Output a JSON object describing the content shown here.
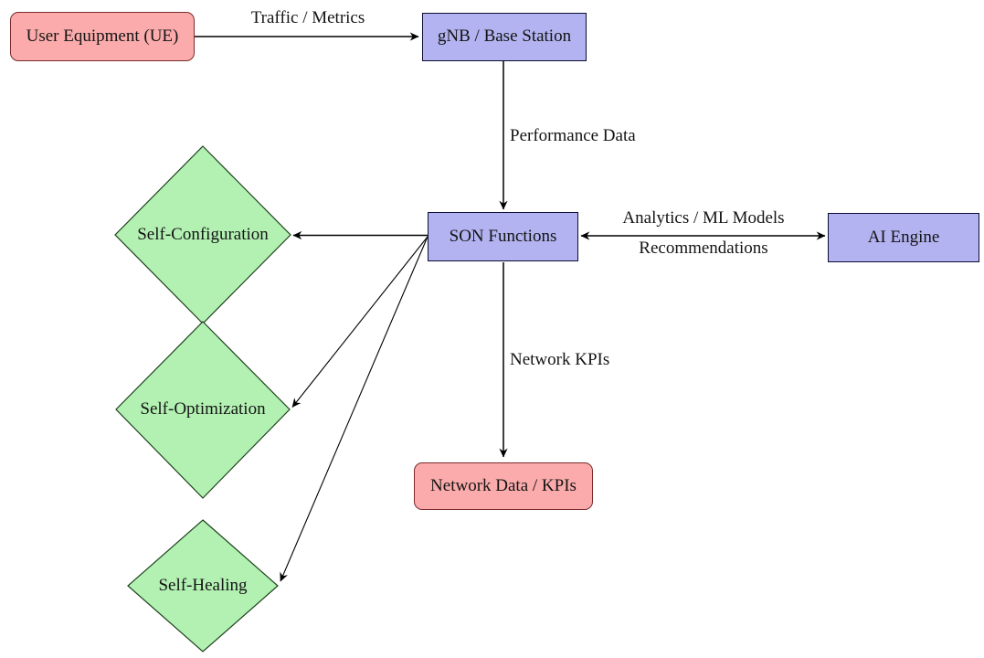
{
  "diagram": {
    "nodes": {
      "ue": {
        "label": "User Equipment (UE)"
      },
      "gnb": {
        "label": "gNB / Base Station"
      },
      "son": {
        "label": "SON Functions"
      },
      "ai": {
        "label": "AI Engine"
      },
      "netdata": {
        "label": "Network Data / KPIs"
      },
      "selfconfig": {
        "label": "Self-Configuration"
      },
      "selfopt": {
        "label": "Self-Optimization"
      },
      "selfheal": {
        "label": "Self-Healing"
      }
    },
    "edge_labels": {
      "traffic": "Traffic / Metrics",
      "performance": "Performance Data",
      "analytics_top": "Analytics / ML Models",
      "analytics_bottom": "Recommendations",
      "network_kpis": "Network KPIs"
    },
    "colors": {
      "data_fill": "#fbabab",
      "data_border": "#7a2b2b",
      "process_fill": "#b3b3f1",
      "process_border": "#0d0d33",
      "function_fill": "#b3f1b3",
      "function_border": "#1e421e",
      "arrow": "#000000",
      "background": "#ffffff"
    }
  }
}
